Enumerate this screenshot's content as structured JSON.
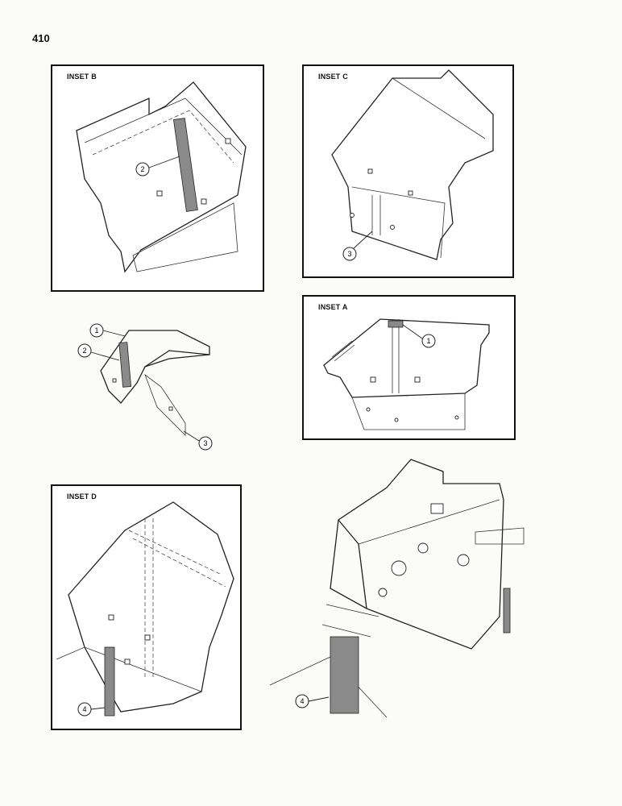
{
  "page": {
    "number": "410"
  },
  "insets": {
    "b": {
      "label": "INSET B",
      "callouts": [
        "2"
      ]
    },
    "c": {
      "label": "INSET C",
      "callouts": [
        "3"
      ]
    },
    "a": {
      "label": "INSET A",
      "callouts": [
        "1"
      ]
    },
    "d": {
      "label": "INSET D",
      "callouts": [
        "4"
      ]
    }
  },
  "overview": {
    "callouts": [
      "1",
      "2",
      "3"
    ]
  },
  "main_assembly": {
    "callouts": [
      "4"
    ]
  }
}
